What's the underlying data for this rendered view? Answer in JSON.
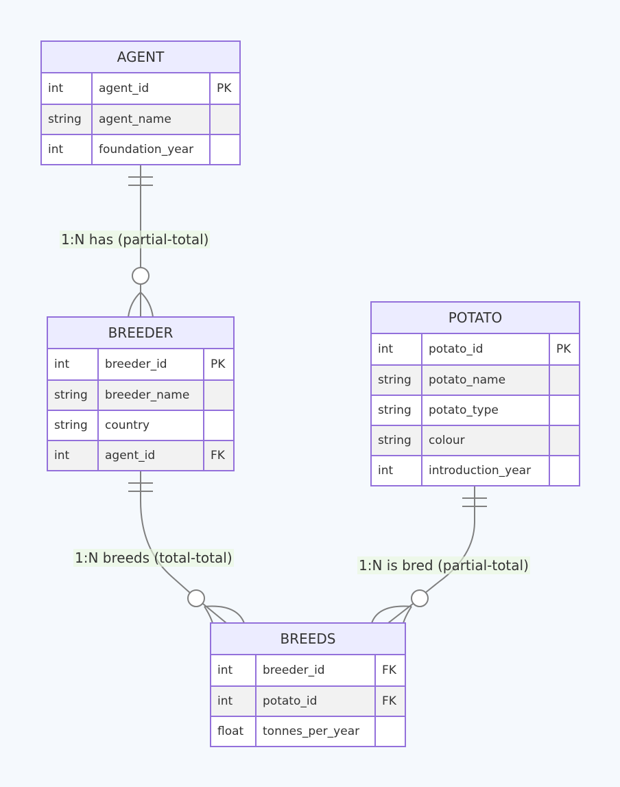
{
  "colors": {
    "background": "#f5f9fd",
    "entity_border": "#9370db",
    "entity_header": "#ececff",
    "alt_row": "#f2f2f2",
    "line": "#7f7f7f",
    "label_bg": "#e8f6dc"
  },
  "entities": {
    "agent": {
      "title": "AGENT",
      "rows": [
        {
          "type": "int",
          "name": "agent_id",
          "key": "PK"
        },
        {
          "type": "string",
          "name": "agent_name",
          "key": ""
        },
        {
          "type": "int",
          "name": "foundation_year",
          "key": ""
        }
      ]
    },
    "breeder": {
      "title": "BREEDER",
      "rows": [
        {
          "type": "int",
          "name": "breeder_id",
          "key": "PK"
        },
        {
          "type": "string",
          "name": "breeder_name",
          "key": ""
        },
        {
          "type": "string",
          "name": "country",
          "key": ""
        },
        {
          "type": "int",
          "name": "agent_id",
          "key": "FK"
        }
      ]
    },
    "potato": {
      "title": "POTATO",
      "rows": [
        {
          "type": "int",
          "name": "potato_id",
          "key": "PK"
        },
        {
          "type": "string",
          "name": "potato_name",
          "key": ""
        },
        {
          "type": "string",
          "name": "potato_type",
          "key": ""
        },
        {
          "type": "string",
          "name": "colour",
          "key": ""
        },
        {
          "type": "int",
          "name": "introduction_year",
          "key": ""
        }
      ]
    },
    "breeds": {
      "title": "BREEDS",
      "rows": [
        {
          "type": "int",
          "name": "breeder_id",
          "key": "FK"
        },
        {
          "type": "int",
          "name": "potato_id",
          "key": "FK"
        },
        {
          "type": "float",
          "name": "tonnes_per_year",
          "key": ""
        }
      ]
    }
  },
  "relationships": {
    "agent_breeder": {
      "label": "1:N has (partial-total)"
    },
    "breeder_breeds": {
      "label": "1:N breeds (total-total)"
    },
    "potato_breeds": {
      "label": "1:N is bred (partial-total)"
    }
  }
}
